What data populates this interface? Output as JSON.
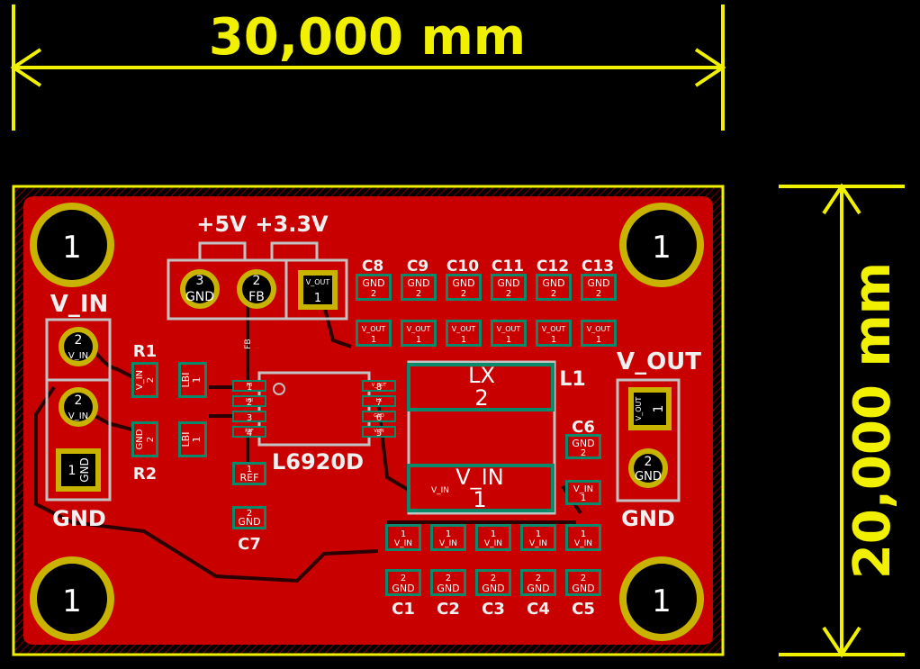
{
  "dimensions": {
    "horizontal": "30,000 mm",
    "vertical": "20,000 mm"
  },
  "colors": {
    "background": "#000000",
    "copper": "#c80000",
    "dimension": "#f0f000",
    "pad_green": "#0a8a6a",
    "silkscreen": "#f0f0f0",
    "courtyard": "#c2c2c2",
    "pad_gold": "#c8b400"
  },
  "mounting_holes": [
    "1",
    "1",
    "1",
    "1"
  ],
  "connectors": {
    "feedback": {
      "label_5v": "+5V",
      "label_33v": "+3.3V",
      "pads": [
        {
          "num": "3",
          "net": "GND"
        },
        {
          "num": "2",
          "net": "FB"
        },
        {
          "num": "1",
          "net": "V_OUT"
        }
      ]
    },
    "input": {
      "title": "V_IN",
      "footer": "GND",
      "pads": [
        {
          "num": "2",
          "net": "V_IN"
        },
        {
          "num": "2",
          "net": "V_IN"
        },
        {
          "num": "1",
          "net": "GND"
        }
      ]
    },
    "output": {
      "title": "V_OUT",
      "footer": "GND",
      "pads": [
        {
          "num": "1",
          "net": "V_OUT"
        },
        {
          "num": "2",
          "net": "GND"
        }
      ]
    }
  },
  "output_caps": [
    {
      "ref": "C8",
      "top_num": "2",
      "top_net": "GND",
      "bot_num": "1",
      "bot_net": "V_OUT"
    },
    {
      "ref": "C9",
      "top_num": "2",
      "top_net": "GND",
      "bot_num": "1",
      "bot_net": "V_OUT"
    },
    {
      "ref": "C10",
      "top_num": "2",
      "top_net": "GND",
      "bot_num": "1",
      "bot_net": "V_OUT"
    },
    {
      "ref": "C11",
      "top_num": "2",
      "top_net": "GND",
      "bot_num": "1",
      "bot_net": "V_OUT"
    },
    {
      "ref": "C12",
      "top_num": "2",
      "top_net": "GND",
      "bot_num": "1",
      "bot_net": "V_OUT"
    },
    {
      "ref": "C13",
      "top_num": "2",
      "top_net": "GND",
      "bot_num": "1",
      "bot_net": "V_OUT"
    }
  ],
  "input_caps": [
    {
      "ref": "C1",
      "top_num": "1",
      "top_net": "V_IN",
      "bot_num": "2",
      "bot_net": "GND"
    },
    {
      "ref": "C2",
      "top_num": "1",
      "top_net": "V_IN",
      "bot_num": "2",
      "bot_net": "GND"
    },
    {
      "ref": "C3",
      "top_num": "1",
      "top_net": "V_IN",
      "bot_num": "2",
      "bot_net": "GND"
    },
    {
      "ref": "C4",
      "top_num": "1",
      "top_net": "V_IN",
      "bot_num": "2",
      "bot_net": "GND"
    },
    {
      "ref": "C5",
      "top_num": "1",
      "top_net": "V_IN",
      "bot_num": "2",
      "bot_net": "GND"
    }
  ],
  "resistors": {
    "r1": {
      "ref": "R1",
      "pad_net": "V_IN",
      "pad_num": "2"
    },
    "r2": {
      "ref": "R2",
      "pad_net": "GND",
      "pad_num": "2"
    },
    "lbi_top": {
      "net": "LBI",
      "num": "1"
    },
    "lbi_bot": {
      "net": "LBI",
      "num": "1"
    }
  },
  "ic": {
    "ref": "L6920D",
    "pins_left": [
      {
        "num": "1",
        "net": "FB"
      },
      {
        "num": "2",
        "net": "LBI"
      },
      {
        "num": "3",
        "net": ""
      },
      {
        "num": "4",
        "net": "REF"
      }
    ],
    "pins_right": [
      {
        "num": "8",
        "net": "V_OUT"
      },
      {
        "num": "7",
        "net": "LX"
      },
      {
        "num": "6",
        "net": "GND"
      },
      {
        "num": "5",
        "net": "V_IN"
      }
    ],
    "trace_label": "FB"
  },
  "c7": {
    "ref": "C7",
    "top_num": "1",
    "top_net": "REF",
    "bot_num": "2",
    "bot_net": "GND"
  },
  "c6": {
    "ref": "C6",
    "top_net": "GND",
    "top_num": "2",
    "bot_net": "V_IN",
    "bot_num": "1"
  },
  "inductor": {
    "ref": "L1",
    "top_net": "LX",
    "top_num": "2",
    "bot_net": "V_IN",
    "bot_num": "1",
    "small_label": "V_IN"
  }
}
